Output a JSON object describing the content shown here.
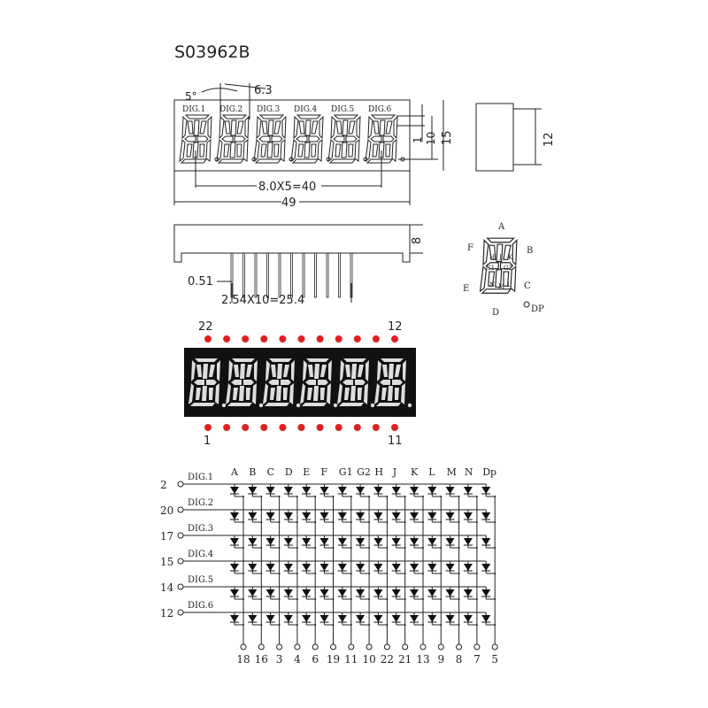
{
  "title": "S03962B",
  "front_view": {
    "digit_labels": [
      "DIG.1",
      "DIG.2",
      "DIG.3",
      "DIG.4",
      "DIG.5",
      "DIG.6"
    ],
    "angle": "5°",
    "digit_width": "6.3",
    "dim_segment": "1",
    "dim_char_height": "10",
    "dim_height": "15",
    "dim_pitch": "8.0X5=40",
    "dim_length": "49"
  },
  "side_view": {
    "dim_height": "12"
  },
  "bottom_view": {
    "dim_depth": "8",
    "dim_pin": "0.51",
    "dim_pin_pitch": "2.54X10=25.4"
  },
  "segment_diagram": {
    "outer": [
      "A",
      "B",
      "C",
      "D",
      "E",
      "F",
      "DP"
    ],
    "inner": [
      "H",
      "J",
      "K",
      "G1",
      "G2",
      "N",
      "M",
      "L"
    ]
  },
  "pin_view": {
    "top_left": "22",
    "top_right": "12",
    "bottom_left": "1",
    "bottom_right": "11",
    "pin_color": "#e02020",
    "display_color": "#111111",
    "segment_color": "#dddddd",
    "pins_per_row": 11,
    "digits": 6
  },
  "circuit": {
    "digits": [
      {
        "label": "DIG.1",
        "pin": "2"
      },
      {
        "label": "DIG.2",
        "pin": "20"
      },
      {
        "label": "DIG.3",
        "pin": "17"
      },
      {
        "label": "DIG.4",
        "pin": "15"
      },
      {
        "label": "DIG.5",
        "pin": "14"
      },
      {
        "label": "DIG.6",
        "pin": "12"
      }
    ],
    "segments": [
      "A",
      "B",
      "C",
      "D",
      "E",
      "F",
      "G1",
      "G2",
      "H",
      "J",
      "K",
      "L",
      "M",
      "N",
      "Dp"
    ],
    "segment_pins": [
      "18",
      "16",
      "3",
      "4",
      "6",
      "19",
      "11",
      "10",
      "22",
      "21",
      "13",
      "9",
      "8",
      "7",
      "5"
    ]
  }
}
